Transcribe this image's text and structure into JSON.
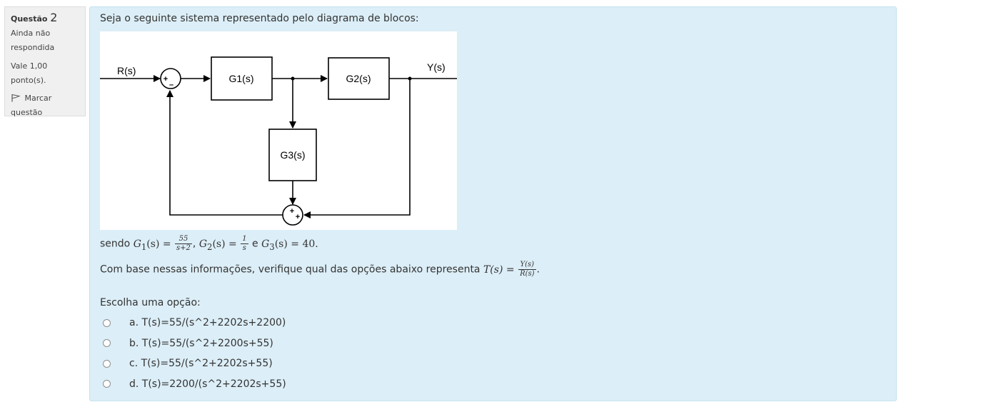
{
  "question_info": {
    "label": "Questão",
    "number": "2",
    "state_line1": "Ainda não",
    "state_line2": "respondida",
    "grade": "Vale 1,00 ponto(s).",
    "flag_line1": "Marcar",
    "flag_line2": "questão"
  },
  "stem": "Seja o seguinte sistema representado pelo diagrama de blocos:",
  "diagram": {
    "input_label": "R(s)",
    "output_label": "Y(s)",
    "blocks": [
      "G1(s)",
      "G2(s)",
      "G3(s)"
    ],
    "sum1_signs": [
      "+",
      "–"
    ],
    "sum2_signs": [
      "+",
      "+"
    ]
  },
  "definition": {
    "prefix": "sendo ",
    "g1_lhs": "G",
    "g1_sub": "1",
    "g1_arg": "(s) =",
    "g1_num": "55",
    "g1_den": "s+2",
    "comma": ",",
    "g2_lhs": "G",
    "g2_sub": "2",
    "g2_arg": "(s) =",
    "g2_num": "1",
    "g2_den": "s",
    "conj": "e",
    "g3_lhs": "G",
    "g3_sub": "3",
    "g3_arg": "(s) = 40."
  },
  "question": {
    "text": "Com base nessas informações, verifique qual das opções abaixo representa",
    "tf_lhs": "T(s) =",
    "tf_num": "Y(s)",
    "tf_den": "R(s)",
    "tf_end": "."
  },
  "prompt": "Escolha uma opção:",
  "options": [
    {
      "label": "a. T(s)=55/(s^2+2202s+2200)"
    },
    {
      "label": "b. T(s)=55/(s^2+2200s+55)"
    },
    {
      "label": "c. T(s)=55/(s^2+2202s+55)"
    },
    {
      "label": "d. T(s)=2200/(s^2+2202s+55)"
    }
  ]
}
